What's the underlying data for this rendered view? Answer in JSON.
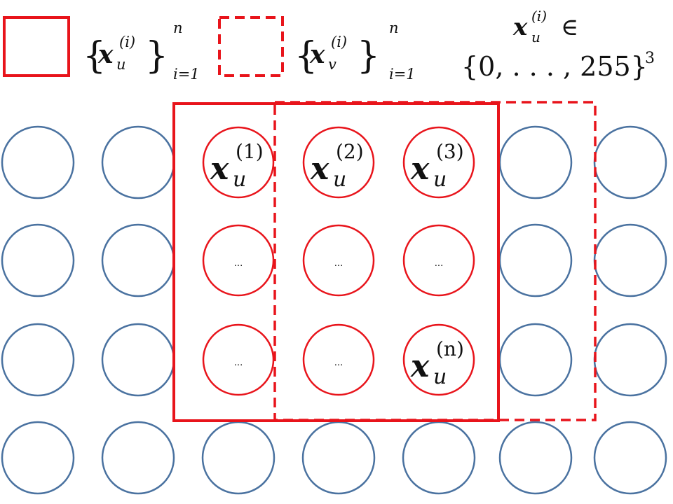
{
  "colors": {
    "red": "#e8141b",
    "blue": "#4a72a0",
    "text": "#111111",
    "background": "#ffffff"
  },
  "legend": {
    "solid_set": {
      "var": "x",
      "sub": "u",
      "sup": "(i)",
      "lower": "i=1",
      "upper": "n"
    },
    "dashed_set": {
      "var": "x",
      "sub": "v",
      "sup": "(i)",
      "lower": "i=1",
      "upper": "n"
    },
    "domain": {
      "var": "x",
      "sub": "u",
      "sup": "(i)",
      "in": "∈",
      "set": "{0, . . . , 255}",
      "power": "3"
    }
  },
  "grid": {
    "rows": 4,
    "cols": 7,
    "selected_rows": [
      0,
      1,
      2
    ],
    "selected_cols": [
      2,
      3,
      4
    ]
  },
  "labels": [
    {
      "row": 0,
      "col": 2,
      "var": "x",
      "sub": "u",
      "sup": "(1)"
    },
    {
      "row": 0,
      "col": 3,
      "var": "x",
      "sub": "u",
      "sup": "(2)"
    },
    {
      "row": 0,
      "col": 4,
      "var": "x",
      "sub": "u",
      "sup": "(3)"
    },
    {
      "row": 1,
      "col": 2,
      "text": "..."
    },
    {
      "row": 1,
      "col": 3,
      "text": "..."
    },
    {
      "row": 1,
      "col": 4,
      "text": "..."
    },
    {
      "row": 2,
      "col": 2,
      "text": "..."
    },
    {
      "row": 2,
      "col": 3,
      "text": "..."
    },
    {
      "row": 2,
      "col": 4,
      "var": "x",
      "sub": "u",
      "sup": "(n)"
    }
  ]
}
